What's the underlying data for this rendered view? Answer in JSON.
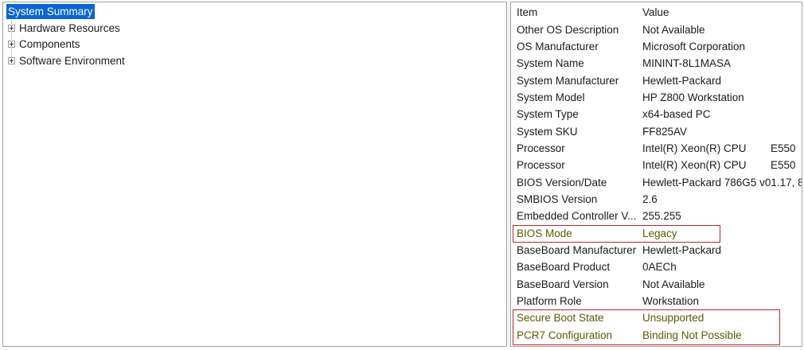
{
  "tree": {
    "selected": "System Summary",
    "nodes": [
      "Hardware Resources",
      "Components",
      "Software Environment"
    ]
  },
  "table": {
    "headers": [
      "Item",
      "Value"
    ],
    "rows": [
      [
        "Other OS Description",
        "Not Available"
      ],
      [
        "OS Manufacturer",
        "Microsoft Corporation"
      ],
      [
        "System Name",
        "MININT-8L1MASA"
      ],
      [
        "System Manufacturer",
        "Hewlett-Packard"
      ],
      [
        "System Model",
        "HP Z800 Workstation"
      ],
      [
        "System Type",
        "x64-based PC"
      ],
      [
        "System SKU",
        "FF825AV"
      ],
      [
        "Processor",
        "Intel(R) Xeon(R) CPU",
        "E550"
      ],
      [
        "Processor",
        "Intel(R) Xeon(R) CPU",
        "E550"
      ],
      [
        "BIOS Version/Date",
        "Hewlett-Packard 786G5 v01.17, 8/"
      ],
      [
        "SMBIOS Version",
        "2.6"
      ],
      [
        "Embedded Controller V...",
        "255.255"
      ],
      [
        "BIOS Mode",
        "Legacy"
      ],
      [
        "BaseBoard Manufacturer",
        "Hewlett-Packard"
      ],
      [
        "BaseBoard Product",
        "0AECh"
      ],
      [
        "BaseBoard Version",
        "Not Available"
      ],
      [
        "Platform Role",
        "Workstation"
      ],
      [
        "Secure Boot State",
        "Unsupported"
      ],
      [
        "PCR7 Configuration",
        "Binding Not Possible"
      ]
    ]
  },
  "colors": {
    "selection": "#0a64d2",
    "highlight_border": "#c0252e",
    "highlight_text": "#5a5a00"
  }
}
